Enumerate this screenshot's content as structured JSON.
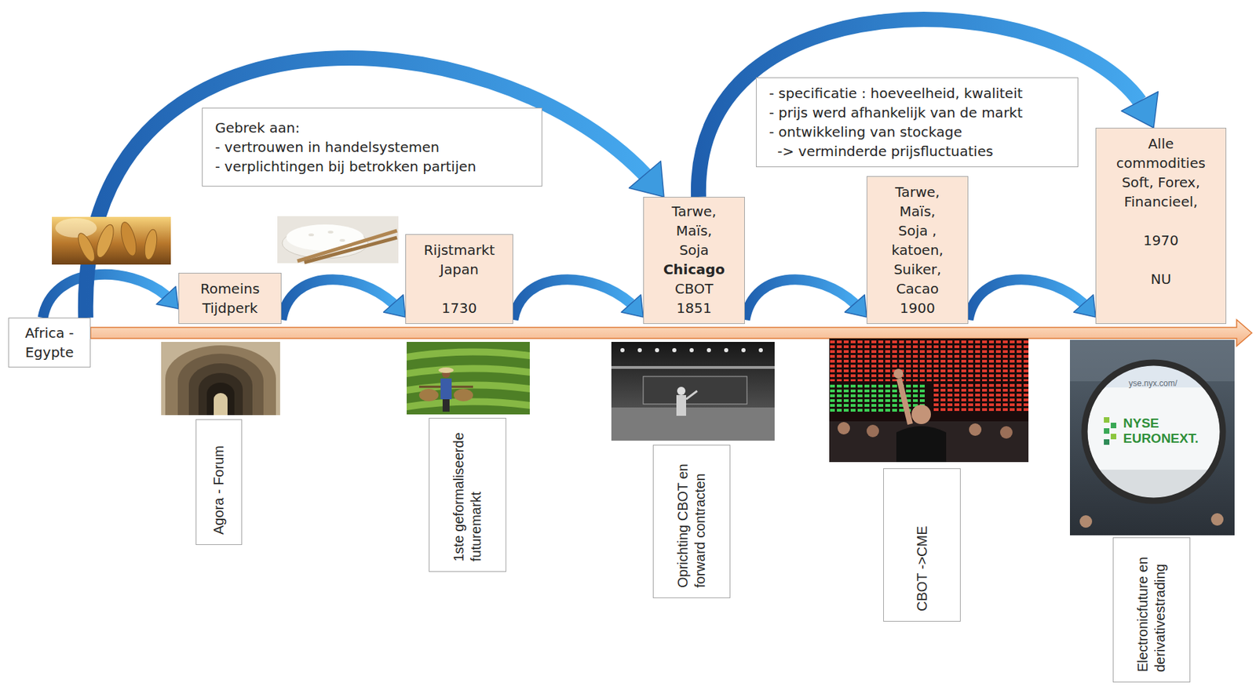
{
  "diagram": {
    "nodes": [
      {
        "text": [
          "Africa - Egypte"
        ]
      },
      {
        "text": [
          "Romeins Tijdperk"
        ]
      },
      {
        "text": [
          "Agora - Forum"
        ]
      },
      {
        "text": [
          "Rijstmarkt Japan",
          "1730"
        ]
      },
      {
        "text": [
          "1ste geformaliseerde futuremarkt"
        ]
      },
      {
        "text": [
          "Gebrek aan:",
          "- vertrouwen in handelsystemen",
          "- verplichtingen bij betrokken partijen"
        ]
      },
      {
        "text": [
          "Tarwe, Maïs, Soja",
          "Chicago",
          "CBOT 1851"
        ]
      },
      {
        "text": [
          "Oprichting CBOT en forward contracten"
        ]
      },
      {
        "text": [
          "- specificatie : hoeveelheid, kwaliteit",
          "- prijs werd afhankelijk van de markt",
          "- ontwikkeling van stockage",
          "-> verminderde prijsfluctuaties"
        ]
      },
      {
        "text": [
          "Tarwe, Maïs, Soja , katoen, Suiker, Cacao 1900"
        ]
      },
      {
        "text": [
          "CBOT ->CME"
        ]
      },
      {
        "text": [
          "Alle commodities Soft, Forex, Financieel,",
          "1970",
          "NU"
        ]
      },
      {
        "text": [
          "Electronicfuture en derivativestrading"
        ]
      }
    ],
    "edges": [
      {
        "from": 0,
        "to": 1,
        "arrow": "to"
      },
      {
        "from": 1,
        "to": 3,
        "arrow": "to"
      },
      {
        "from": 3,
        "to": 6,
        "arrow": "to"
      },
      {
        "from": 6,
        "to": 9,
        "arrow": "to"
      },
      {
        "from": 9,
        "to": 11,
        "arrow": "to"
      },
      {
        "from": 0,
        "to": 6,
        "arrow": "to"
      },
      {
        "from": 6,
        "to": 11,
        "arrow": "to"
      }
    ],
    "labels": [
      "yse.nyx.com/",
      "NYSE EURONEXT."
    ]
  }
}
